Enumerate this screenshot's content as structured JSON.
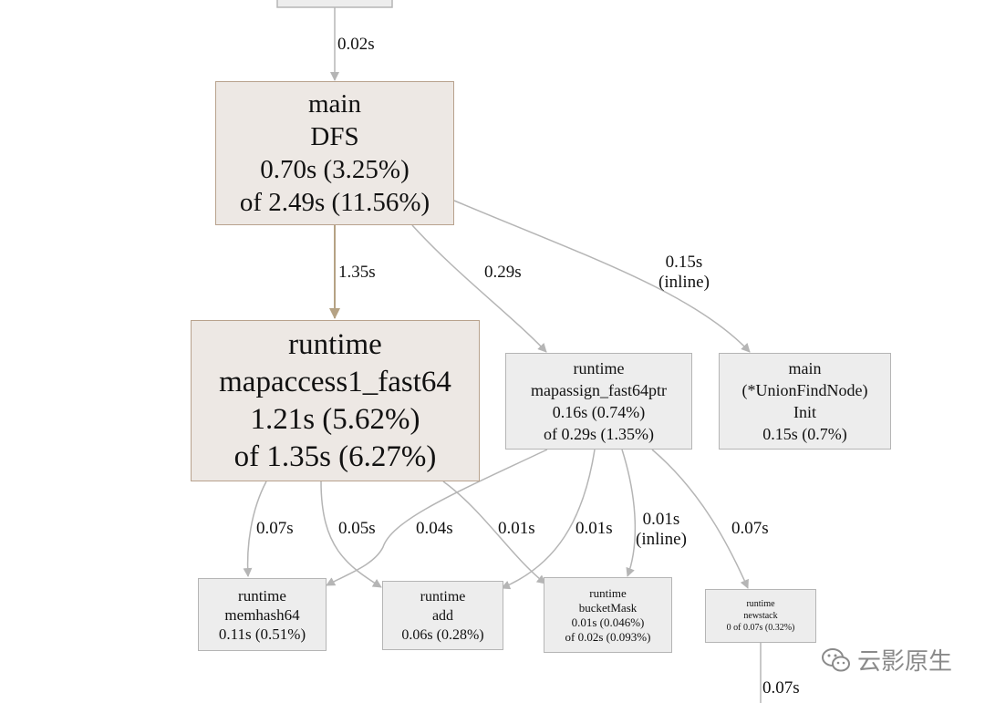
{
  "nodes": {
    "main_dfs": {
      "l1": "main",
      "l2": "DFS",
      "l3": "0.70s (3.25%)",
      "l4": "of 2.49s (11.56%)"
    },
    "mapaccess": {
      "l1": "runtime",
      "l2": "mapaccess1_fast64",
      "l3": "1.21s (5.62%)",
      "l4": "of 1.35s (6.27%)"
    },
    "mapassign": {
      "l1": "runtime",
      "l2": "mapassign_fast64ptr",
      "l3": "0.16s (0.74%)",
      "l4": "of 0.29s (1.35%)"
    },
    "unionfind": {
      "l1": "main",
      "l2": "(*UnionFindNode)",
      "l3": "Init",
      "l4": "0.15s (0.7%)"
    },
    "memhash": {
      "l1": "runtime",
      "l2": "memhash64",
      "l3": "0.11s (0.51%)"
    },
    "add": {
      "l1": "runtime",
      "l2": "add",
      "l3": "0.06s (0.28%)"
    },
    "bucketmask": {
      "l1": "runtime",
      "l2": "bucketMask",
      "l3": "0.01s (0.046%)",
      "l4": "of 0.02s (0.093%)"
    },
    "newstack": {
      "l1": "runtime",
      "l2": "newstack",
      "l3": "0 of 0.07s (0.32%)"
    }
  },
  "edges": {
    "top_in": "0.02s",
    "dfs_mapaccess": "1.35s",
    "dfs_mapassign": "0.29s",
    "dfs_union": {
      "l1": "0.15s",
      "l2": "(inline)"
    },
    "acc_memhash": "0.07s",
    "acc_add": "0.05s",
    "assign_memhash": "0.04s",
    "acc_bucket": "0.01s",
    "assign_add": "0.01s",
    "assign_bucket": {
      "l1": "0.01s",
      "l2": "(inline)"
    },
    "assign_newstack": "0.07s",
    "newstack_out": "0.07s"
  },
  "watermark": {
    "text": "云影原生",
    "icon": "wechat-icon"
  },
  "colors": {
    "hot_edge": "#b5a284",
    "edge": "#b5b5b5",
    "hot_fill": "#ede8e4",
    "fill": "#ededed"
  }
}
